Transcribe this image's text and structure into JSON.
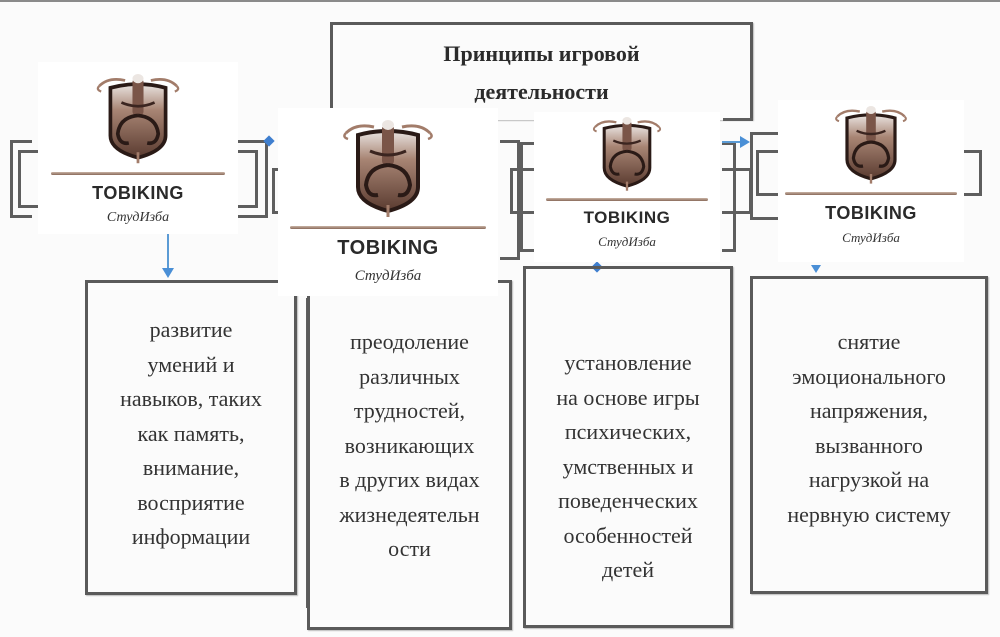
{
  "diagram": {
    "title_lines": [
      "Принципы игровой",
      "деятельности"
    ],
    "nodes": [
      {
        "lines": [
          "развитие",
          "умений и",
          "навыков, таких",
          "как память,",
          "внимание,",
          "восприятие",
          "информации"
        ]
      },
      {
        "lines": [
          "преодоление",
          "различных",
          "трудностей,",
          "возникающих",
          "в других видах",
          "жизнедеятельн",
          "ости"
        ]
      },
      {
        "lines": [
          "установление",
          "на основе игры",
          "психических,",
          "умственных и",
          "поведенческих",
          "особенностей",
          "детей"
        ]
      },
      {
        "lines": [
          "снятие",
          "эмоционального",
          "напряжения,",
          "вызванного",
          "нагрузкой на",
          "нервную систему"
        ]
      }
    ],
    "connector_color": "#5b9bd5",
    "border_color": "#5a5a5a"
  },
  "watermarks": [
    {
      "brand": "TOBIKING",
      "sub": "СтудИзба",
      "icon": "crest-icon"
    },
    {
      "brand": "TOBIKING",
      "sub": "СтудИзба",
      "icon": "crest-icon"
    },
    {
      "brand": "TOBIKING",
      "sub": "СтудИзба",
      "icon": "crest-icon"
    },
    {
      "brand": "TOBIKING",
      "sub": "СтудИзба",
      "icon": "crest-icon"
    }
  ]
}
